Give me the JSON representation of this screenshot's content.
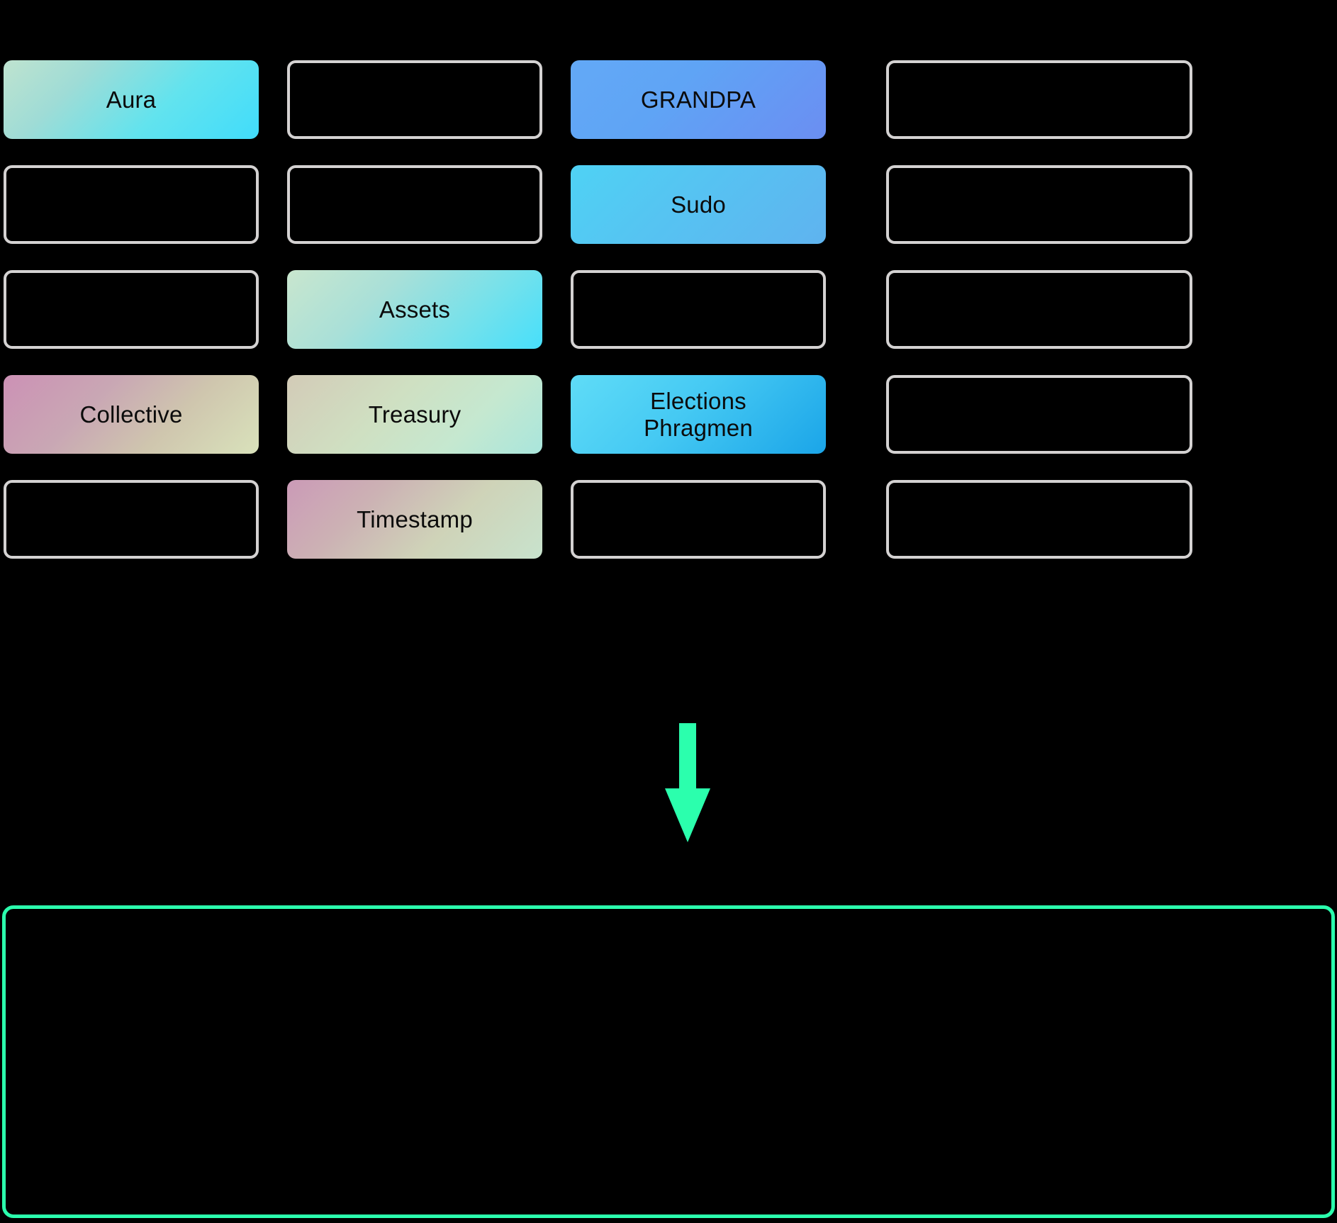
{
  "diagram": {
    "title": "",
    "palette": {
      "background": "#000000",
      "empty_box_border": "#d4d2d2",
      "arrow_color": "#2bffad",
      "runtime_border": "#2bffad",
      "label_text": "#0b0b0b"
    },
    "grid": {
      "columns": 4,
      "rows": 5,
      "cells": [
        {
          "label": "Aura",
          "state": "filled",
          "style": "grad-aura"
        },
        {
          "label": "",
          "state": "empty",
          "style": ""
        },
        {
          "label": "GRANDPA",
          "state": "filled",
          "style": "grad-grandpa"
        },
        {
          "label": "",
          "state": "empty",
          "style": ""
        },
        {
          "label": "",
          "state": "empty",
          "style": ""
        },
        {
          "label": "",
          "state": "empty",
          "style": ""
        },
        {
          "label": "Sudo",
          "state": "filled",
          "style": "grad-sudo"
        },
        {
          "label": "",
          "state": "empty",
          "style": ""
        },
        {
          "label": "",
          "state": "empty",
          "style": ""
        },
        {
          "label": "Assets",
          "state": "filled",
          "style": "grad-assets"
        },
        {
          "label": "",
          "state": "empty",
          "style": ""
        },
        {
          "label": "",
          "state": "empty",
          "style": ""
        },
        {
          "label": "Collective",
          "state": "filled",
          "style": "grad-collective"
        },
        {
          "label": "Treasury",
          "state": "filled",
          "style": "grad-treasury"
        },
        {
          "label": "Elections\nPhragmen",
          "state": "filled",
          "style": "grad-elections"
        },
        {
          "label": "",
          "state": "empty",
          "style": ""
        },
        {
          "label": "",
          "state": "empty",
          "style": ""
        },
        {
          "label": "Timestamp",
          "state": "filled",
          "style": "grad-timestamp"
        },
        {
          "label": "",
          "state": "empty",
          "style": ""
        },
        {
          "label": "",
          "state": "empty",
          "style": ""
        }
      ]
    },
    "arrow": {
      "direction": "down",
      "icon": "arrow-down-icon",
      "color": "#2bffad"
    },
    "runtime_panel": {
      "label": "",
      "border_color": "#2bffad"
    }
  }
}
